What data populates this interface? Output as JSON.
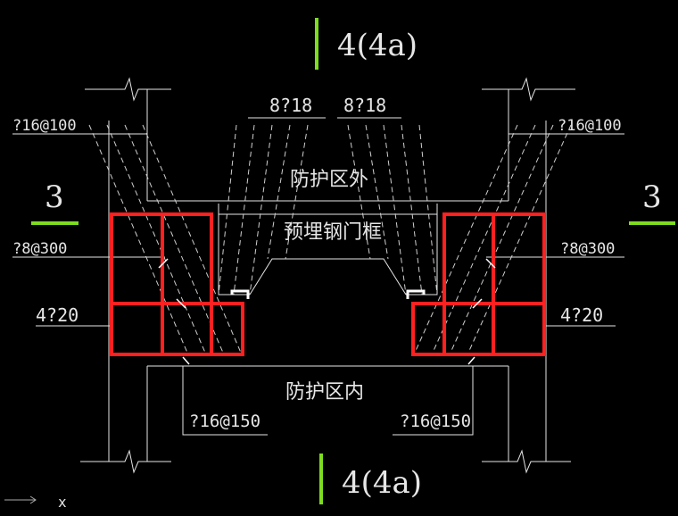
{
  "colors": {
    "background": "#000000",
    "line": "#e6e6e6",
    "rebar": "#ff2020",
    "section_mark": "#7ddc1f",
    "break_mark": "#33cc33",
    "hook": "#ffffff"
  },
  "section_top": {
    "label": "4(4a)"
  },
  "section_bottom": {
    "label": "4(4a)"
  },
  "section_left": {
    "label": "3"
  },
  "section_right": {
    "label": "3"
  },
  "labels": {
    "left_stirrup_top": "?16@100",
    "right_stirrup_top": "?16@100",
    "rebar_left": "8?18",
    "rebar_right": "8?18",
    "left_tie": "?8@300",
    "right_tie": "?8@300",
    "left_bars": "4?20",
    "right_bars": "4?20",
    "bottom_left_stirrup": "?16@150",
    "bottom_right_stirrup": "?16@150",
    "protection_outside": "防护区外",
    "embedded_frame": "预埋钢门框",
    "protection_inside": "防护区内",
    "axis_x": "x"
  }
}
